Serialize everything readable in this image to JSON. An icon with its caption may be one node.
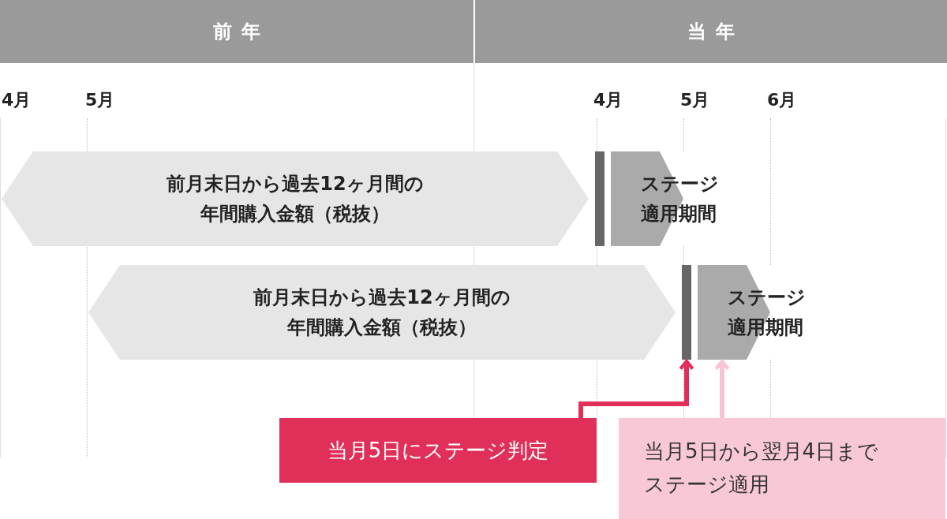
{
  "diagram": {
    "nodes": [
      {
        "text": [
          "前年"
        ]
      },
      {
        "text": [
          "当年"
        ]
      },
      {
        "text": [
          "前月末日から過去12ヶ月間の年間購入金額（税抜）"
        ]
      },
      {
        "text": [],
        "shape": "bar"
      },
      {
        "text": [
          "ステージ適用期間"
        ]
      },
      {
        "text": [
          "前月末日から過去12ヶ月間の年間購入金額（税抜）"
        ]
      },
      {
        "text": [],
        "shape": "bar"
      },
      {
        "text": [
          "ステージ適用期間"
        ]
      },
      {
        "text": [
          "当月5日にステージ判定"
        ]
      },
      {
        "text": [
          "当月5日から翌月4日までステージ適用"
        ]
      }
    ],
    "edges": [
      {
        "from": 8,
        "to": 6,
        "arrow": "to",
        "color": "#e0305a"
      },
      {
        "from": 9,
        "to": 7,
        "arrow": "to",
        "color": "#f7c4d4"
      }
    ],
    "labels": [
      "4月",
      "5月",
      "4月",
      "5月",
      "6月"
    ]
  }
}
